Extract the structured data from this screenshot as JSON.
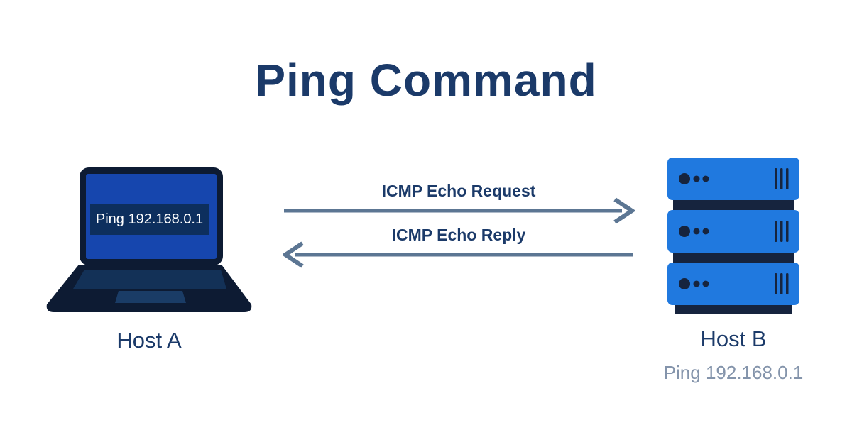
{
  "title": "Ping Command",
  "hosts": {
    "a": {
      "label": "Host A",
      "screen_text": "Ping 192.168.0.1",
      "device_icon": "laptop-icon"
    },
    "b": {
      "label": "Host B",
      "sub_label": "Ping 192.168.0.1",
      "device_icon": "server-icon"
    }
  },
  "messages": [
    {
      "label": "ICMP Echo Request",
      "from": "Host A",
      "to": "Host B",
      "direction": "right"
    },
    {
      "label": "ICMP Echo Reply",
      "from": "Host B",
      "to": "Host A",
      "direction": "left"
    }
  ],
  "colors": {
    "background": "#FFFFFF",
    "navy_text": "#1B3A69",
    "arrow": "#5C7693",
    "laptop_frame": "#0D1B33",
    "laptop_screen": "#1646AE",
    "laptop_screen_box": "#0D2F5E",
    "laptop_keyboard": "#133157",
    "laptop_trackpad": "#1A3C66",
    "server_blue": "#2079DF",
    "server_dark": "#16243E",
    "muted_label": "#8494AB",
    "screen_text_color": "#FFFFFF"
  }
}
